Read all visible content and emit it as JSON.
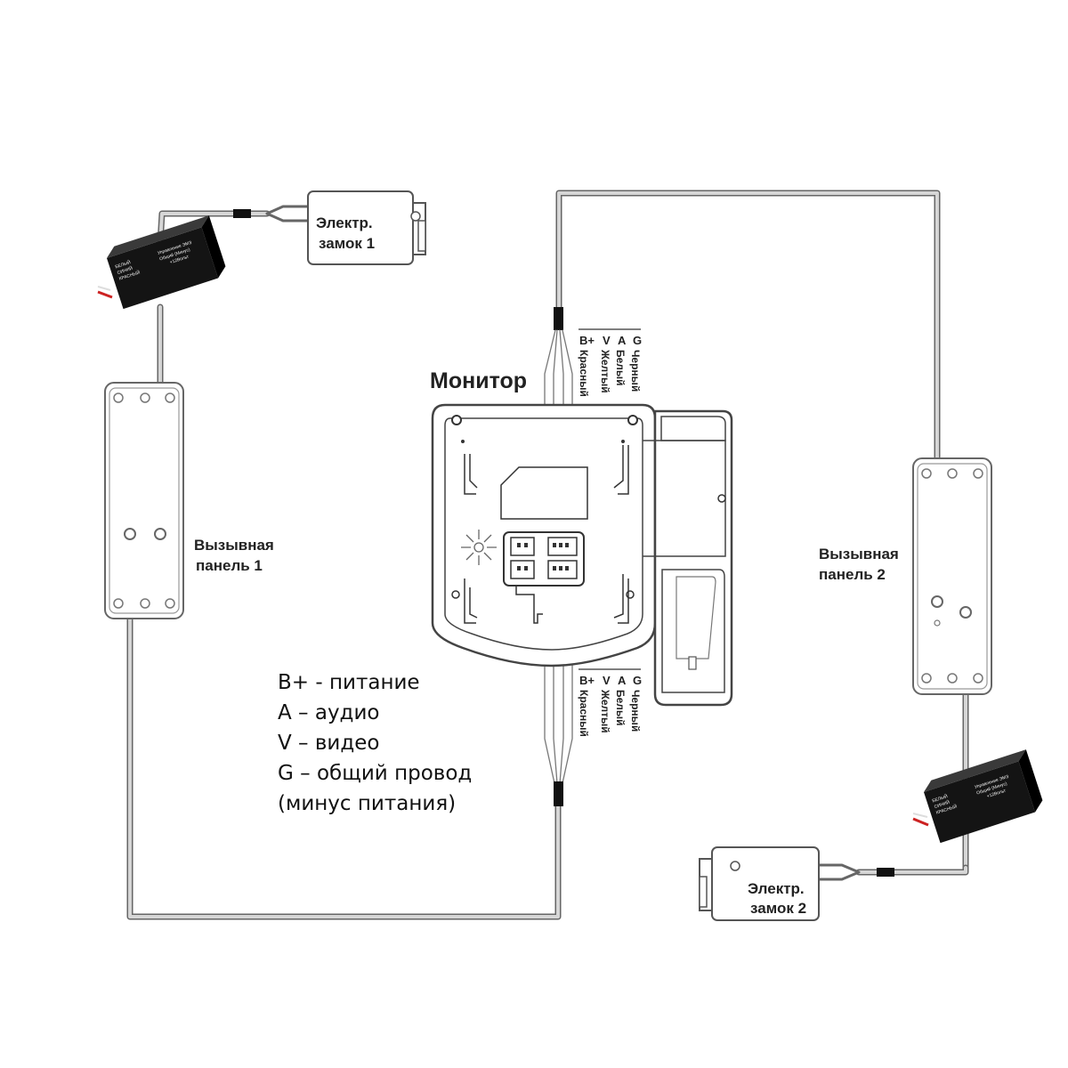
{
  "monitor": {
    "title": "Монитор"
  },
  "panel_1": {
    "line1": "Вызывная",
    "line2": "панель 1"
  },
  "panel_2": {
    "line1": "Вызывная",
    "line2": "панель 2"
  },
  "lock_1": {
    "line1": "Электр.",
    "line2": "замок 1"
  },
  "lock_2": {
    "line1": "Электр.",
    "line2": "замок 2"
  },
  "relay_box": {
    "wire_1": "БЕЛЫЙ",
    "wire_2": "СИНИЙ",
    "wire_3": "КРАСНЫЙ",
    "term_1": "Управление ЭМЗ",
    "term_2": "Общий (Минус)",
    "term_3": "+12Вольт"
  },
  "connector_top": {
    "pins": [
      "B+",
      "V",
      "A",
      "G"
    ],
    "colors": [
      "Красный",
      "Желтый",
      "Белый",
      "Черный"
    ]
  },
  "connector_bottom": {
    "pins": [
      "B+",
      "V",
      "A",
      "G"
    ],
    "colors": [
      "Красный",
      "Желтый",
      "Белый",
      "Черный"
    ]
  },
  "legend": [
    "B+ - питание",
    "A – аудио",
    "V – видео",
    "G – общий провод",
    "(минус питания)"
  ],
  "style": {
    "line": "#555555",
    "wire": "#c8c8c8",
    "device_fill": "#ffffff",
    "box_fill": "#111111",
    "lead_red": "#cc2222"
  }
}
